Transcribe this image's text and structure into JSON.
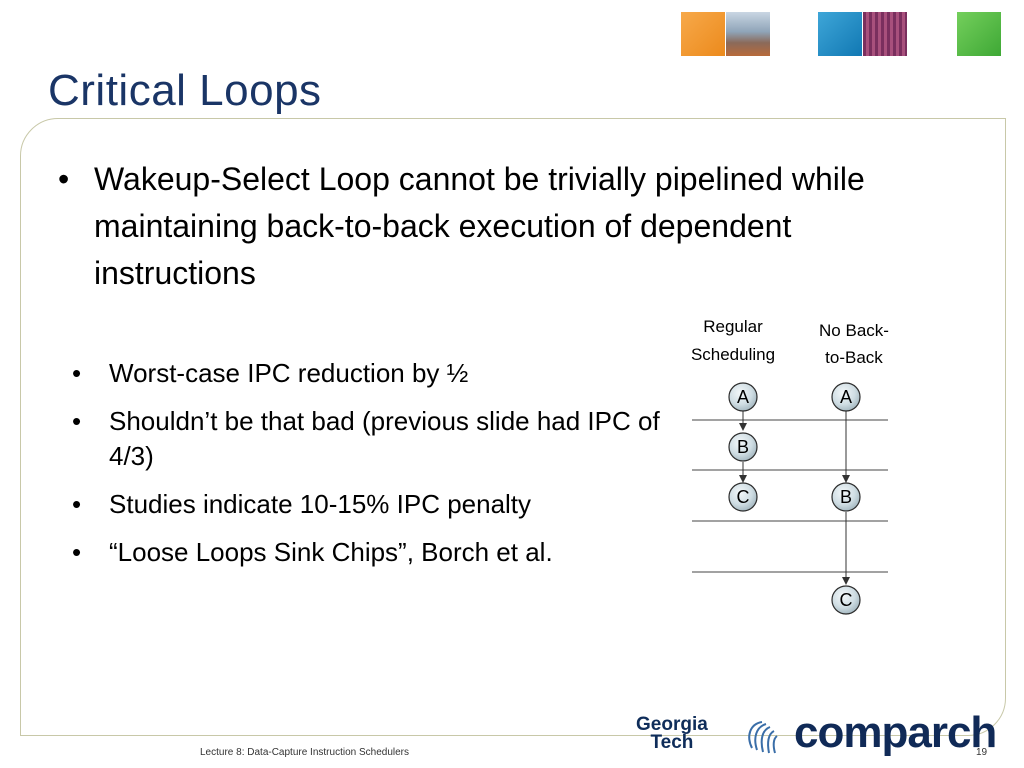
{
  "slide": {
    "title": "Critical Loops",
    "main_bullet": "Wakeup-Select Loop cannot be trivially pipelined while maintaining back-to-back execution of dependent instructions",
    "sub_bullets": [
      "Worst-case IPC reduction by ½",
      "Shouldn’t be that bad (previous slide had IPC of 4/3)",
      "Studies indicate 10-15% IPC penalty",
      "“Loose Loops Sink Chips”, Borch et al."
    ],
    "bullet_glyph": "•"
  },
  "diagram": {
    "col1_label_line1": "Regular",
    "col1_label_line2": "Scheduling",
    "col2_label_line1": "No Back-",
    "col2_label_line2": "to-Back",
    "col1_nodes": [
      "A",
      "B",
      "C"
    ],
    "col2_nodes": [
      "A",
      "B",
      "C"
    ]
  },
  "footer": {
    "lecture": "Lecture 8: Data-Capture Instruction Schedulers",
    "page": "19"
  },
  "branding": {
    "gt_line1": "Georgia",
    "gt_line2": "Tech",
    "comparch": "comparch",
    "title_color": "#1a3566"
  }
}
